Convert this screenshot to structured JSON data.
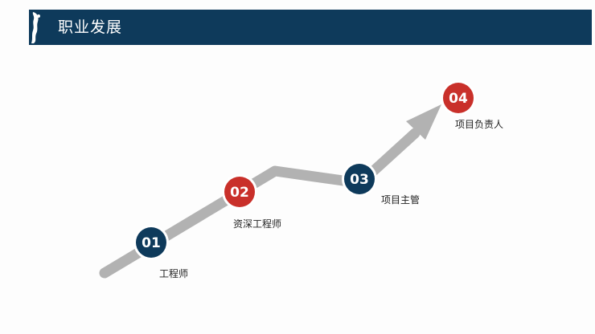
{
  "header": {
    "title": "职业发展"
  },
  "colors": {
    "navy": "#0e3a5b",
    "red": "#c9302a",
    "path_gray": "#b2b2b2"
  },
  "steps": [
    {
      "number": "01",
      "label": "工程师",
      "color": "navy"
    },
    {
      "number": "02",
      "label": "资深工程师",
      "color": "red"
    },
    {
      "number": "03",
      "label": "项目主管",
      "color": "navy"
    },
    {
      "number": "04",
      "label": "项目负责人",
      "color": "red"
    }
  ]
}
